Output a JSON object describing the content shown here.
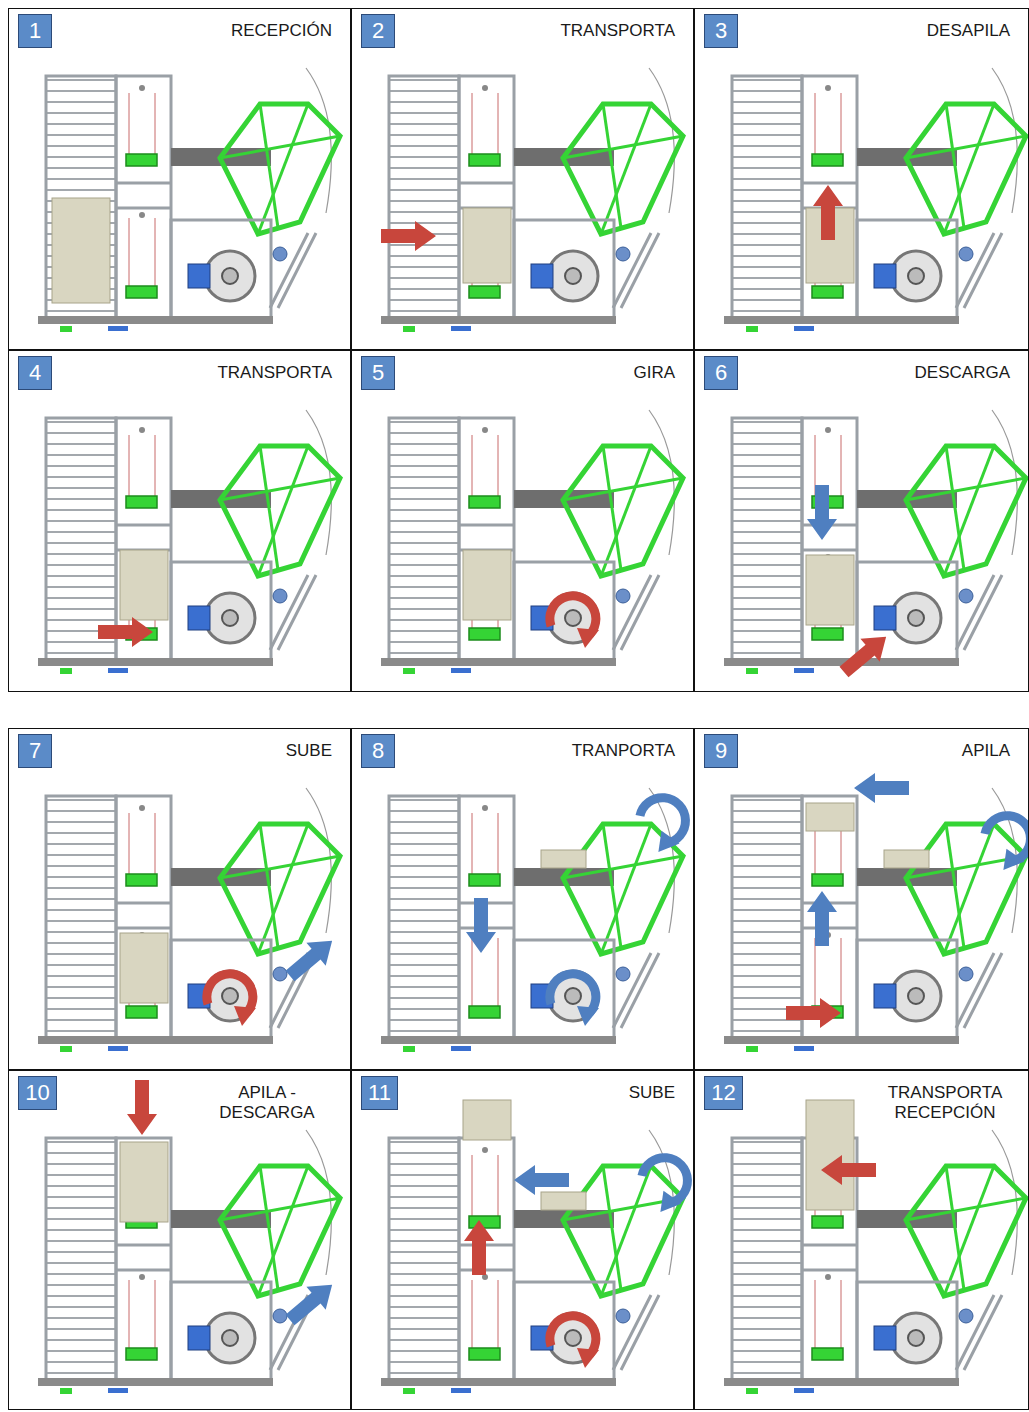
{
  "diagram": {
    "nodes": [
      {
        "text": [
          "RECEPCIÓN"
        ]
      },
      {
        "text": [
          "1"
        ],
        "in": 0
      },
      {
        "text": [
          "TRANSPORTA"
        ]
      },
      {
        "text": [
          "2"
        ],
        "in": 2
      },
      {
        "text": [
          "DESAPILA"
        ]
      },
      {
        "text": [
          "3"
        ],
        "in": 4
      },
      {
        "text": [
          "TRANSPORTA"
        ]
      },
      {
        "text": [
          "4"
        ],
        "in": 6
      },
      {
        "text": [
          "GIRA"
        ]
      },
      {
        "text": [
          "5"
        ],
        "in": 8
      },
      {
        "text": [
          "DESCARGA"
        ]
      },
      {
        "text": [
          "6"
        ],
        "in": 10
      },
      {
        "text": [
          "SUBE"
        ]
      },
      {
        "text": [
          "7"
        ],
        "in": 12
      },
      {
        "text": [
          "TRANPORTA"
        ]
      },
      {
        "text": [
          "8"
        ],
        "in": 14
      },
      {
        "text": [
          "APILA"
        ]
      },
      {
        "text": [
          "9"
        ],
        "in": 16
      },
      {
        "text": [
          "APILA - DESCARGA"
        ]
      },
      {
        "text": [
          "10"
        ],
        "in": 18
      },
      {
        "text": [
          "SUBE"
        ]
      },
      {
        "text": [
          "11"
        ],
        "in": 20
      },
      {
        "text": [
          "TRANSPORTA RECEPCIÓN"
        ]
      },
      {
        "text": [
          "12"
        ],
        "in": 22
      }
    ]
  }
}
